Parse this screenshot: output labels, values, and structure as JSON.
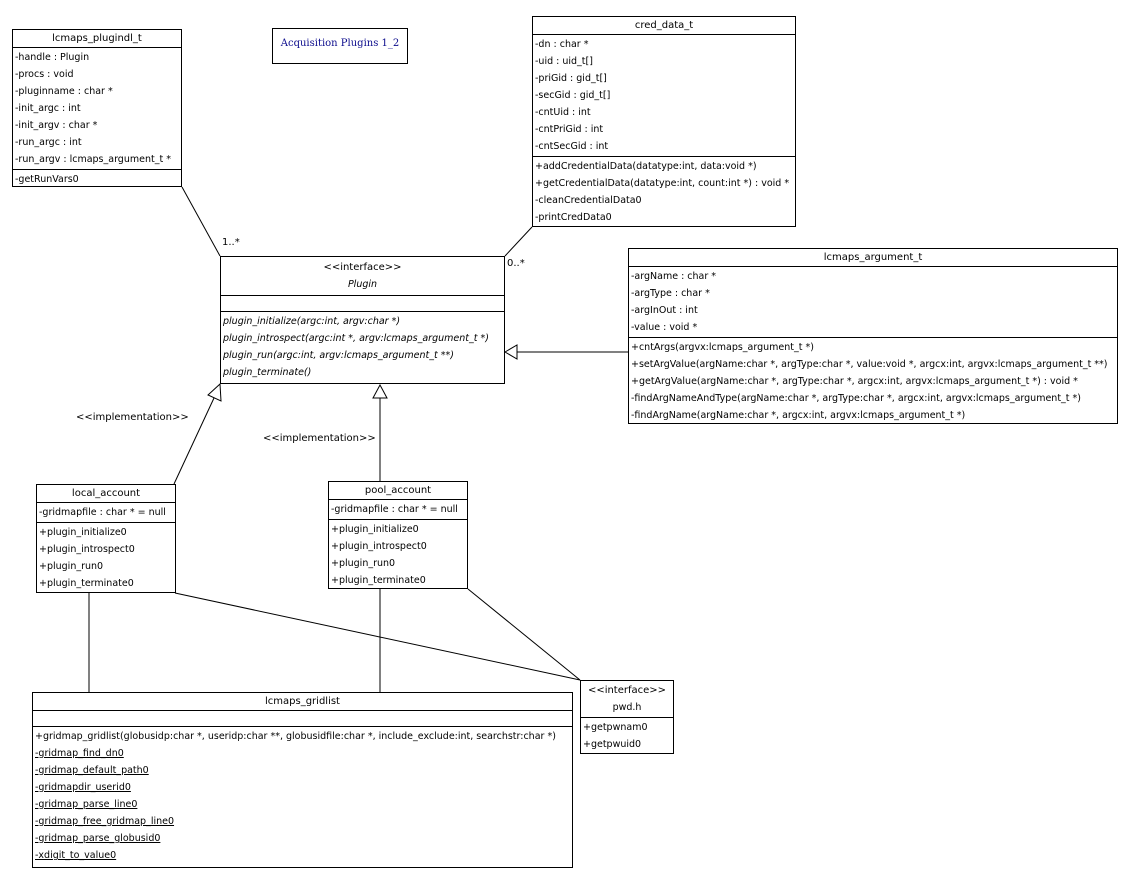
{
  "note": {
    "label": "Acquisition Plugins 1_2"
  },
  "plugindl": {
    "name": "lcmaps_plugindl_t",
    "attributes": [
      "-handle : Plugin",
      "-procs : void",
      "-pluginname : char *",
      "-init_argc : int",
      "-init_argv : char *",
      "-run_argc : int",
      "-run_argv : lcmaps_argument_t *"
    ],
    "operations": [
      "-getRunVars0"
    ]
  },
  "cred": {
    "name": "cred_data_t",
    "attributes": [
      "-dn : char *",
      "-uid : uid_t[]",
      "-priGid : gid_t[]",
      "-secGid : gid_t[]",
      "-cntUid : int",
      "-cntPriGid : int",
      "-cntSecGid : int"
    ],
    "operations": [
      "+addCredentialData(datatype:int, data:void *)",
      "+getCredentialData(datatype:int, count:int *) : void *",
      "-cleanCredentialData0",
      "-printCredData0"
    ]
  },
  "plugin": {
    "stereotype": "<<interface>>",
    "name": "Plugin",
    "operations": [
      "plugin_initialize(argc:int, argv:char *)",
      "plugin_introspect(argc:int *, argv:lcmaps_argument_t *)",
      "plugin_run(argc:int, argv:lcmaps_argument_t **)",
      "plugin_terminate()"
    ]
  },
  "argument": {
    "name": "lcmaps_argument_t",
    "attributes": [
      "-argName : char *",
      "-argType : char *",
      "-argInOut : int",
      "-value : void *"
    ],
    "operations": [
      "+cntArgs(argvx:lcmaps_argument_t *)",
      "+setArgValue(argName:char *, argType:char *, value:void *, argcx:int, argvx:lcmaps_argument_t **)",
      "+getArgValue(argName:char *, argType:char *, argcx:int, argvx:lcmaps_argument_t *) : void *",
      "-findArgNameAndType(argName:char *, argType:char *, argcx:int, argvx:lcmaps_argument_t *)",
      "-findArgName(argName:char *, argcx:int, argvx:lcmaps_argument_t *)"
    ]
  },
  "local": {
    "name": "local_account",
    "attributes": [
      "-gridmapfile : char * = null"
    ],
    "operations": [
      "+plugin_initialize0",
      "+plugin_introspect0",
      "+plugin_run0",
      "+plugin_terminate0"
    ]
  },
  "pool": {
    "name": "pool_account",
    "attributes": [
      "-gridmapfile : char * = null"
    ],
    "operations": [
      "+plugin_initialize0",
      "+plugin_introspect0",
      "+plugin_run0",
      "+plugin_terminate0"
    ]
  },
  "gridlist": {
    "name": "lcmaps_gridlist",
    "operations": [
      "+gridmap_gridlist(globusidp:char *, useridp:char **, globusidfile:char *, include_exclude:int, searchstr:char *)",
      "-gridmap_find_dn0",
      "-gridmap_default_path0",
      "-gridmapdir_userid0",
      "-gridmap_parse_line0",
      "-gridmap_free_gridmap_line0",
      "-gridmap_parse_globusid0",
      "-xdigit_to_value0"
    ]
  },
  "pwd": {
    "stereotype": "<<interface>>",
    "name": "pwd.h",
    "operations": [
      "+getpwnam0",
      "+getpwuid0"
    ]
  },
  "labels": {
    "mult_plugindl": "1..*",
    "mult_cred": "0..*",
    "impl_left": "<<implementation>>",
    "impl_right": "<<implementation>>"
  }
}
